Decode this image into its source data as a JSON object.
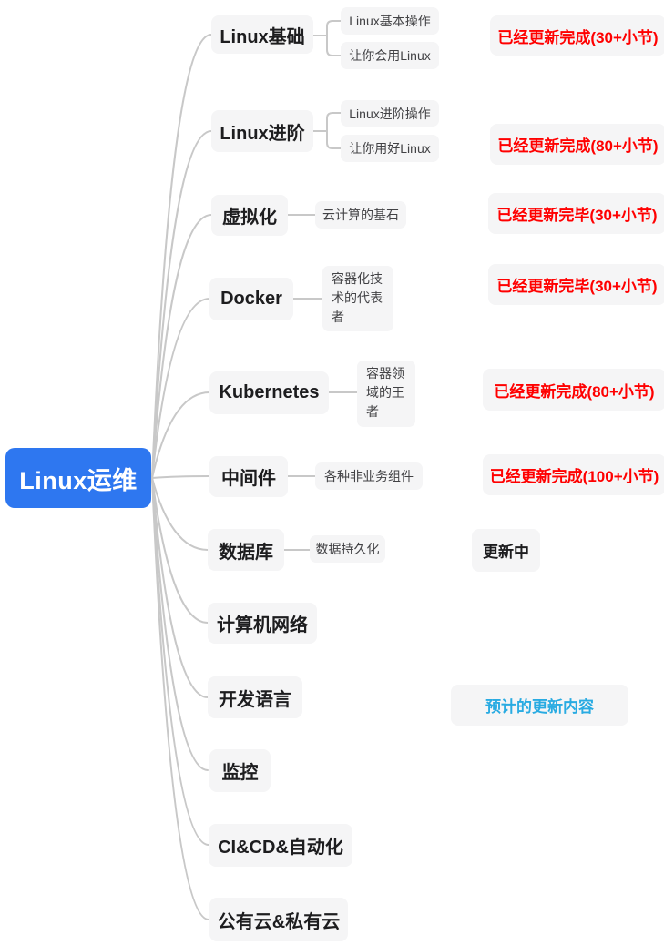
{
  "root": {
    "label": "Linux运维"
  },
  "branches": [
    {
      "topic": "Linux基础",
      "children": [
        "Linux基本操作",
        "让你会用Linux"
      ],
      "status": "已经更新完成(30+小节)",
      "status_type": "done"
    },
    {
      "topic": "Linux进阶",
      "children": [
        "Linux进阶操作",
        "让你用好Linux"
      ],
      "status": "已经更新完成(80+小节)",
      "status_type": "done"
    },
    {
      "topic": "虚拟化",
      "children": [
        "云计算的基石"
      ],
      "status": "已经更新完毕(30+小节)",
      "status_type": "done"
    },
    {
      "topic": "Docker",
      "children": [
        "容器化技术的代表者"
      ],
      "status": "已经更新完毕(30+小节)",
      "status_type": "done"
    },
    {
      "topic": "Kubernetes",
      "children": [
        "容器领域的王者"
      ],
      "status": "已经更新完成(80+小节)",
      "status_type": "done"
    },
    {
      "topic": "中间件",
      "children": [
        "各种非业务组件"
      ],
      "status": "已经更新完成(100+小节)",
      "status_type": "done"
    },
    {
      "topic": "数据库",
      "children": [
        "数据持久化"
      ],
      "status": "更新中",
      "status_type": "in-progress"
    },
    {
      "topic": "计算机网络",
      "children": []
    },
    {
      "topic": "开发语言",
      "children": []
    },
    {
      "topic": "监控",
      "children": []
    },
    {
      "topic": "CI&CD&自动化",
      "children": []
    },
    {
      "topic": "公有云&私有云",
      "children": []
    }
  ],
  "planned_label": "预计的更新内容",
  "colors": {
    "root_bg": "#2e77f0",
    "root_text": "#ffffff",
    "node_bg": "#f5f5f6",
    "topic_text": "#1d1d1f",
    "child_text": "#424245",
    "done": "#ff0000",
    "in_progress": "#1d1d1f",
    "planned": "#29abe2",
    "connector": "#c8c8c8"
  }
}
